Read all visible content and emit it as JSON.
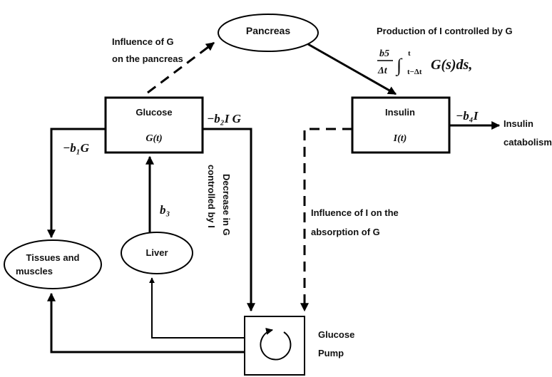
{
  "nodes": {
    "pancreas": "Pancreas",
    "glucose_title": "Glucose",
    "glucose_var": "G(t)",
    "insulin_title": "Insulin",
    "insulin_var": "I(t)",
    "tissues_line1": "Tissues and",
    "tissues_line2": "muscles",
    "liver": "Liver",
    "pump_line1": "Glucose",
    "pump_line2": "Pump",
    "catabolism_line1": "Insulin",
    "catabolism_line2": "catabolism"
  },
  "labels": {
    "influence_g_line1": "Influence of G",
    "influence_g_line2": "on the pancreas",
    "production_text": "Production of I controlled by G",
    "production_formula_frac_num": "b5",
    "production_formula_frac_den": "Δt",
    "production_formula_upper": "t",
    "production_formula_lower": "t−Δt",
    "production_formula_body": "G(s)ds,",
    "decrease_line1": "Decrease in G",
    "decrease_line2": "controlled by I",
    "influence_i_line1": "Influence of I on the",
    "influence_i_line2": "absorption of G"
  },
  "rates": {
    "b1": "−b₁G",
    "b2": "−b₂I G",
    "b3": "b₃",
    "b4": "−b₄I"
  },
  "colors": {
    "stroke": "#000000",
    "background": "#ffffff"
  }
}
